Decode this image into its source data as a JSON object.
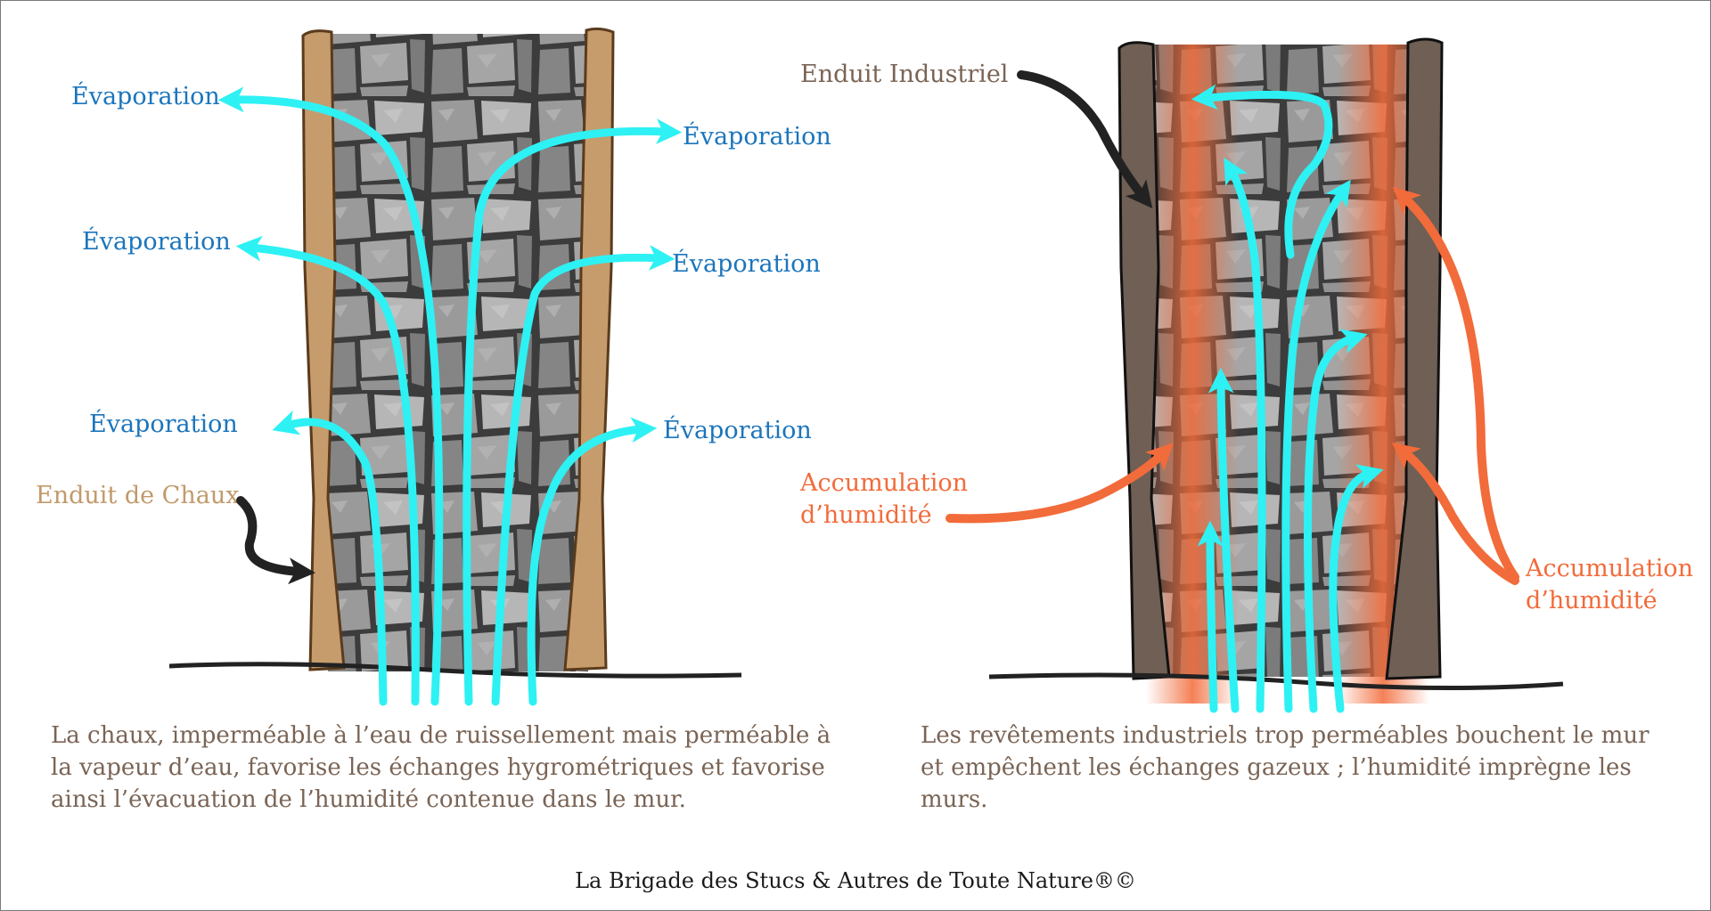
{
  "left_wall": {
    "evaporation_labels": [
      "Évaporation",
      "Évaporation",
      "Évaporation",
      "Évaporation",
      "Évaporation",
      "Évaporation"
    ],
    "coating_label": "Enduit de Chaux",
    "caption_lines": [
      "La chaux, imperméable à l’eau de ruissellement mais perméable à",
      "la vapeur d’eau, favorise les échanges hygrométriques et favorise",
      "ainsi l’évacuation de l’humidité contenue dans le mur."
    ]
  },
  "right_wall": {
    "coating_label": "Enduit Industriel",
    "accumulation_left": [
      "Accumulation",
      "d’humidité"
    ],
    "accumulation_right": [
      "Accumulation",
      "d’humidité"
    ],
    "caption_lines": [
      "Les revêtements industriels trop perméables bouchent le mur",
      "et empêchent les échanges gazeux ; l’humidité imprègne les",
      "murs."
    ]
  },
  "footer": "La Brigade des Stucs & Autres de Toute Nature®©",
  "colors": {
    "evaporation_arrow": "#2ef1f4",
    "evaporation_text": "#1b75bc",
    "lime_plaster": "#c69c6d",
    "industrial_plaster": "#6f5f54",
    "humidity": "#f26b3a",
    "stone": "#8d8d8d",
    "ground_line": "#222222"
  }
}
